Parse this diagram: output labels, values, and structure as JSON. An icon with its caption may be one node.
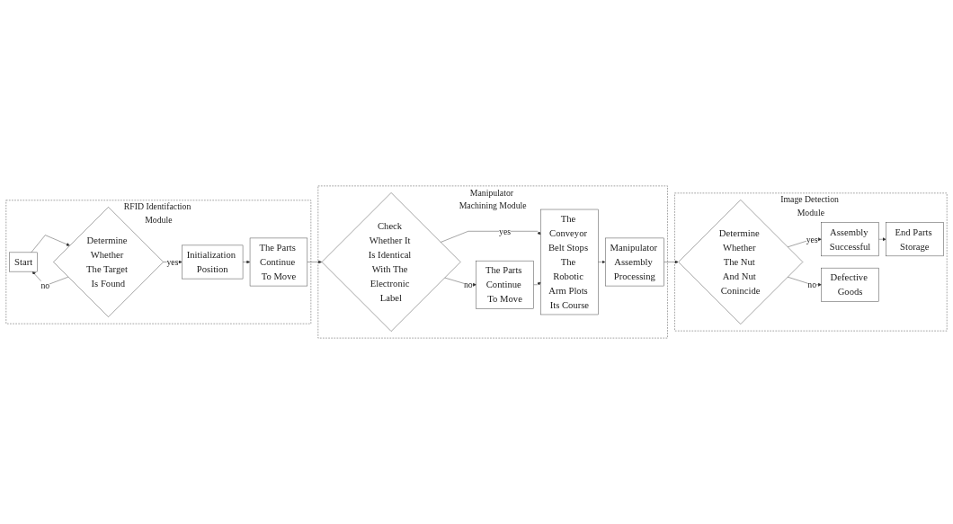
{
  "diagram": {
    "nodes": [
      {
        "text": [
          "RFID Identifaction Module"
        ]
      },
      {
        "text": [
          "Start"
        ],
        "in": 0
      },
      {
        "text": [
          "Determine Whether The Target Is Found"
        ],
        "in": 0
      },
      {
        "text": [
          "Initialization Position"
        ],
        "in": 0
      },
      {
        "text": [
          "The Parts Continue To Move"
        ],
        "in": 0
      },
      {
        "text": [
          "Manipulator Machining Module"
        ]
      },
      {
        "text": [
          "Manipulator Assembly Processing"
        ],
        "in": 5
      },
      {
        "text": [
          "The Conveyor Belt Stops The Robotic Arm Plots Its Course"
        ],
        "in": 5
      },
      {
        "text": [
          "The Parts Continue To Move"
        ],
        "in": 5
      },
      {
        "text": [
          "Check Whether It Is Identical With The Electronic Label"
        ],
        "in": 5
      },
      {
        "text": [
          "Image Detection Module"
        ]
      },
      {
        "text": [
          "Determine Whether The Nut And Nut Conincide"
        ],
        "in": 10
      },
      {
        "text": [
          "Assembly Successful"
        ],
        "in": 10
      },
      {
        "text": [
          "Defective Goods"
        ],
        "in": 10
      },
      {
        "text": [
          "End Parts Storage"
        ],
        "in": 10
      }
    ],
    "edges": [
      {
        "from": 1,
        "to": 2,
        "arrow": "to"
      },
      {
        "from": 2,
        "to": 1,
        "label": "no",
        "arrow": "to"
      },
      {
        "from": 2,
        "to": 3,
        "label": "yes",
        "arrow": "to"
      },
      {
        "from": 3,
        "to": 4,
        "arrow": "to"
      },
      {
        "from": 4,
        "to": 9,
        "arrow": "to"
      },
      {
        "from": 9,
        "to": 7,
        "label": "yes",
        "arrow": "to"
      },
      {
        "from": 9,
        "to": 8,
        "label": "no",
        "arrow": "to"
      },
      {
        "from": 8,
        "to": 7,
        "arrow": "to"
      },
      {
        "from": 7,
        "to": 6,
        "arrow": "to"
      },
      {
        "from": 6,
        "to": 11,
        "arrow": "to"
      },
      {
        "from": 11,
        "to": 12,
        "label": "yes",
        "arrow": "to"
      },
      {
        "from": 11,
        "to": 13,
        "label": "no",
        "arrow": "to"
      },
      {
        "from": 12,
        "to": 14,
        "arrow": "to"
      }
    ]
  }
}
